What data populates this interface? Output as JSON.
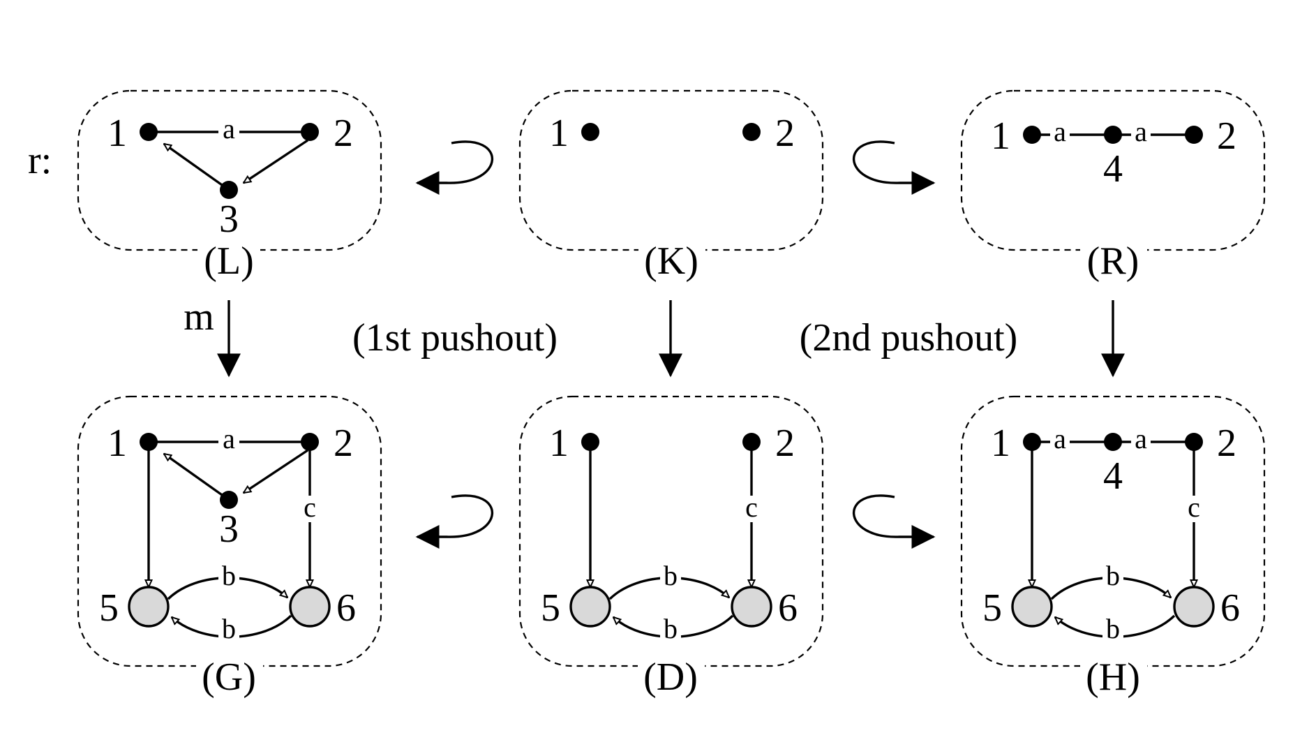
{
  "rule_label": "r:",
  "match_label": "m",
  "pushouts": {
    "first_label": "(1st pushout)",
    "second_label": "(2nd pushout)"
  },
  "graphs": {
    "L": {
      "caption": "(L)",
      "nodes": [
        "1",
        "2",
        "3"
      ],
      "edges": [
        "a"
      ]
    },
    "K": {
      "caption": "(K)",
      "nodes": [
        "1",
        "2"
      ]
    },
    "R": {
      "caption": "(R)",
      "nodes": [
        "1",
        "4",
        "2"
      ],
      "edges": [
        "a",
        "a"
      ]
    },
    "G": {
      "caption": "(G)",
      "nodes": [
        "1",
        "2",
        "3",
        "5",
        "6"
      ],
      "edges": [
        "a",
        "c",
        "b",
        "b"
      ]
    },
    "D": {
      "caption": "(D)",
      "nodes": [
        "1",
        "2",
        "5",
        "6"
      ],
      "edges": [
        "c",
        "b",
        "b"
      ]
    },
    "H": {
      "caption": "(H)",
      "nodes": [
        "1",
        "4",
        "2",
        "5",
        "6"
      ],
      "edges": [
        "a",
        "a",
        "c",
        "b",
        "b"
      ]
    }
  }
}
